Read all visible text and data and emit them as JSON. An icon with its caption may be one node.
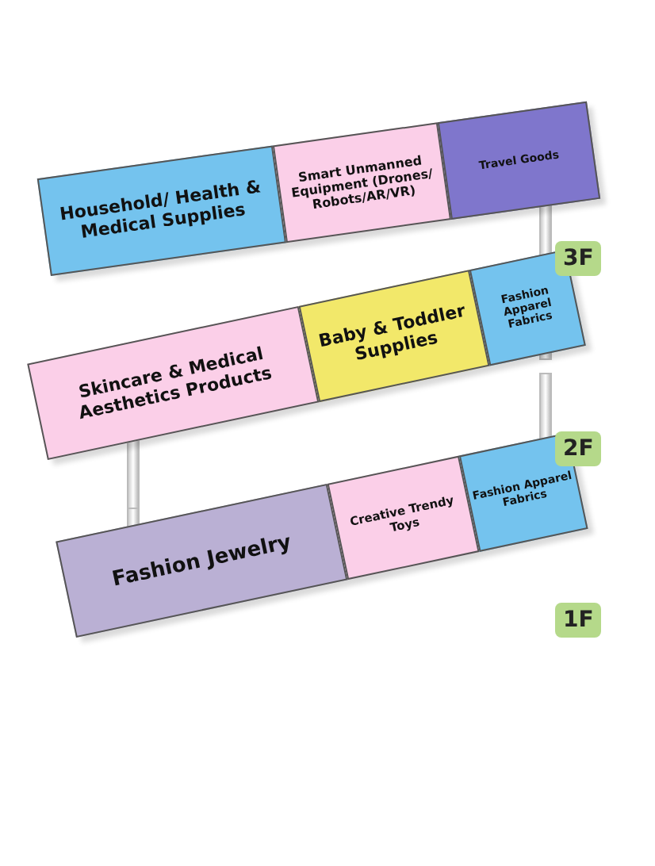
{
  "diagram": {
    "nodes": [
      {
        "text": [
          "Household/ Health & Medical Supplies"
        ]
      },
      {
        "text": [
          "Smart Unmanned Equipment (Drones/ Robots/AR/VR)"
        ]
      },
      {
        "text": [
          "Travel Goods"
        ]
      },
      {
        "text": [
          "Skincare & Medical Aesthetics Products"
        ]
      },
      {
        "text": [
          "Baby & Toddler Supplies"
        ]
      },
      {
        "text": [
          "Fashion Apparel Fabrics"
        ]
      },
      {
        "text": [
          "Fashion Jewelry"
        ]
      },
      {
        "text": [
          "Creative Trendy Toys"
        ]
      },
      {
        "text": [
          "Fashion Apparel Fabrics"
        ]
      }
    ],
    "labels": [
      "3F",
      "2F",
      "1F"
    ]
  }
}
